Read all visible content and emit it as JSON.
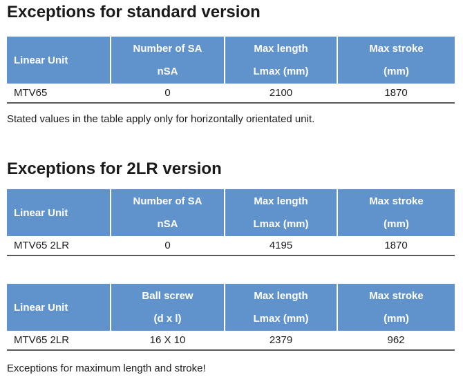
{
  "colors": {
    "header_bg": "#6092cc",
    "header_text": "#ffffff",
    "body_text": "#1c1c1c",
    "row_border": "#595959"
  },
  "sections": [
    {
      "title": "Exceptions for standard version",
      "table": {
        "headers": [
          {
            "label": "Linear Unit"
          },
          {
            "line1": "Number of SA",
            "line2": "nSA"
          },
          {
            "line1": "Max length",
            "line2": "Lmax (mm)"
          },
          {
            "line1": "Max stroke",
            "line2": "(mm)"
          }
        ],
        "rows": [
          {
            "cells": [
              "MTV65",
              "0",
              "2100",
              "1870"
            ]
          }
        ]
      },
      "note": "Stated values in the table apply only for horizontally orientated unit."
    },
    {
      "title": "Exceptions for 2LR version",
      "table": {
        "headers": [
          {
            "label": "Linear Unit"
          },
          {
            "line1": "Number of SA",
            "line2": "nSA"
          },
          {
            "line1": "Max length",
            "line2": "Lmax (mm)"
          },
          {
            "line1": "Max stroke",
            "line2": "(mm)"
          }
        ],
        "rows": [
          {
            "cells": [
              "MTV65 2LR",
              "0",
              "4195",
              "1870"
            ]
          }
        ]
      }
    },
    {
      "table": {
        "headers": [
          {
            "label": "Linear Unit"
          },
          {
            "line1": "Ball screw",
            "line2": "(d x l)"
          },
          {
            "line1": "Max length",
            "line2": "Lmax (mm)"
          },
          {
            "line1": "Max stroke",
            "line2": "(mm)"
          }
        ],
        "rows": [
          {
            "cells": [
              "MTV65 2LR",
              "16 X 10",
              "2379",
              "962"
            ]
          }
        ]
      },
      "note": "Exceptions for maximum length and stroke!"
    }
  ]
}
